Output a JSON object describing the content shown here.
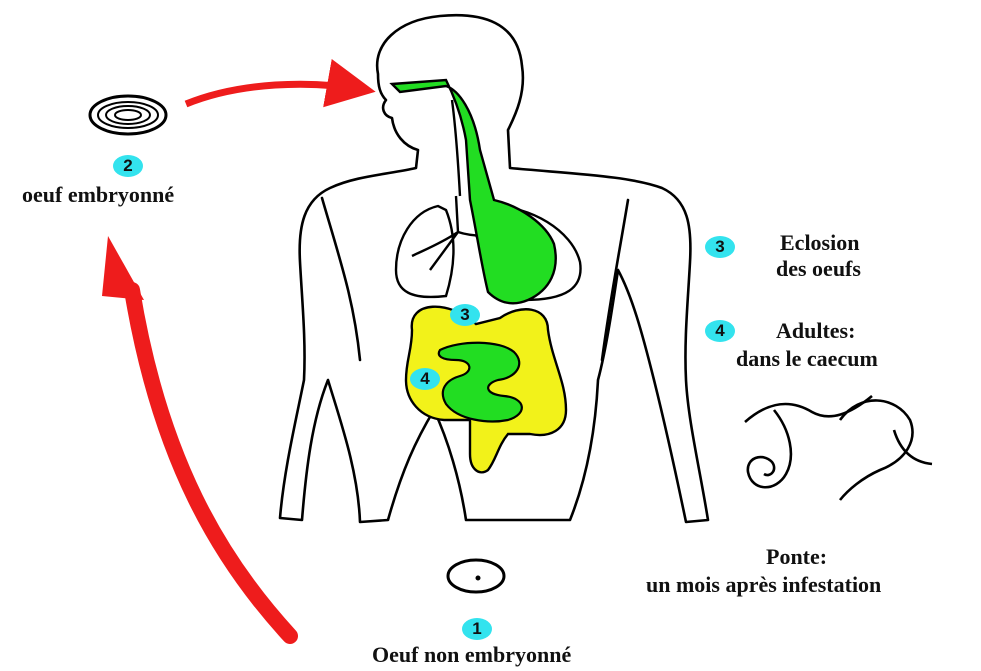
{
  "colors": {
    "esophagus_stomach": "#22dd22",
    "colon": "#f2f21a",
    "cycle_arrow": "#ee1c1c",
    "badge": "#33e3ee"
  },
  "icons": [
    "embryonated-egg-icon",
    "unembryonated-egg-icon",
    "adult-worm-icon"
  ],
  "steps": [
    {
      "number": "1",
      "label": "Oeuf non embryonné"
    },
    {
      "number": "2",
      "label": "oeuf embryonné"
    },
    {
      "number": "3",
      "label_line1": "Eclosion",
      "label_line2": "des oeufs"
    },
    {
      "number": "4",
      "label_line1": "Adultes:",
      "label_line2": "dans le caecum"
    }
  ],
  "ponte": {
    "line1": "Ponte:",
    "line2": "un mois après infestation"
  }
}
